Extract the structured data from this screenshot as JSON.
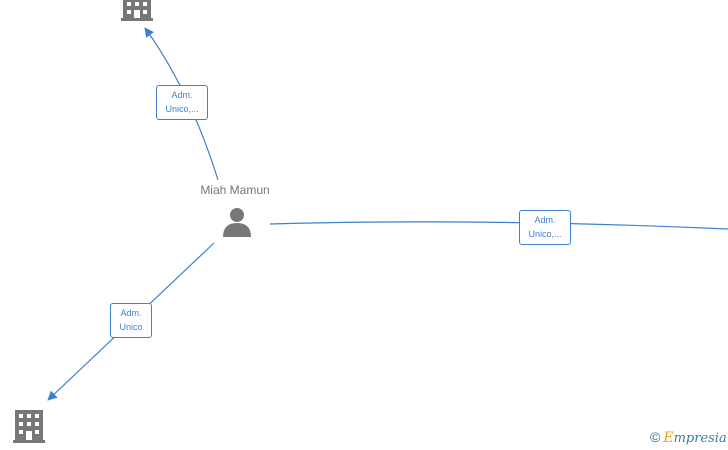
{
  "person": {
    "name": "Miah Mamun",
    "icon": "person-icon"
  },
  "companies": [
    {
      "id": "company-top",
      "icon": "building-icon"
    },
    {
      "id": "company-bottom",
      "icon": "building-icon"
    },
    {
      "id": "company-right",
      "icon": "building-icon"
    }
  ],
  "edges": {
    "top": {
      "line1": "Adm.",
      "line2": "Unico,..."
    },
    "right": {
      "line1": "Adm.",
      "line2": "Unico,..."
    },
    "bottom": {
      "line1": "Adm.",
      "line2": "Unico"
    }
  },
  "watermark": {
    "copyright": "©",
    "brand_initial": "E",
    "brand_rest": "mpresia"
  },
  "colors": {
    "edge": "#3d7fd1",
    "node": "#777777"
  }
}
